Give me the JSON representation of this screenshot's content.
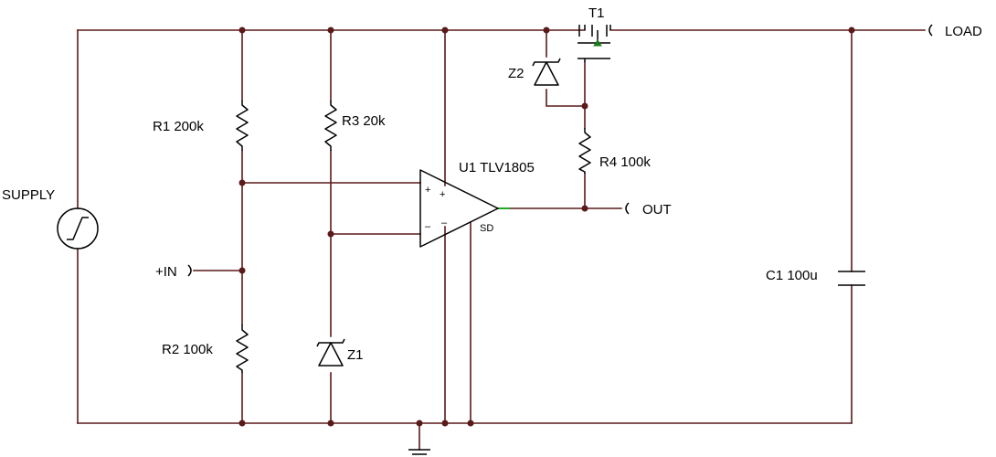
{
  "colors": {
    "wire": "#5a1a1a",
    "output_wire": "#22aa22",
    "component": "#000000",
    "background": "#ffffff"
  },
  "labels": {
    "supply": "SUPPLY",
    "r1": "R1 200k",
    "r2": "R2 100k",
    "r3": "R3 20k",
    "r4": "R4 100k",
    "z1": "Z1",
    "z2": "Z2",
    "t1": "T1",
    "u1": "U1 TLV1805",
    "c1": "C1 100u",
    "in_plus": "+IN",
    "out": "OUT",
    "load": "LOAD",
    "sd": "SD",
    "plus_sign": "+",
    "minus_sign": "–"
  },
  "icons": [
    "voltage-source-icon",
    "resistor-icon",
    "zener-diode-icon",
    "pmos-transistor-icon",
    "comparator-icon",
    "capacitor-icon",
    "ground-icon",
    "terminal-icon"
  ]
}
